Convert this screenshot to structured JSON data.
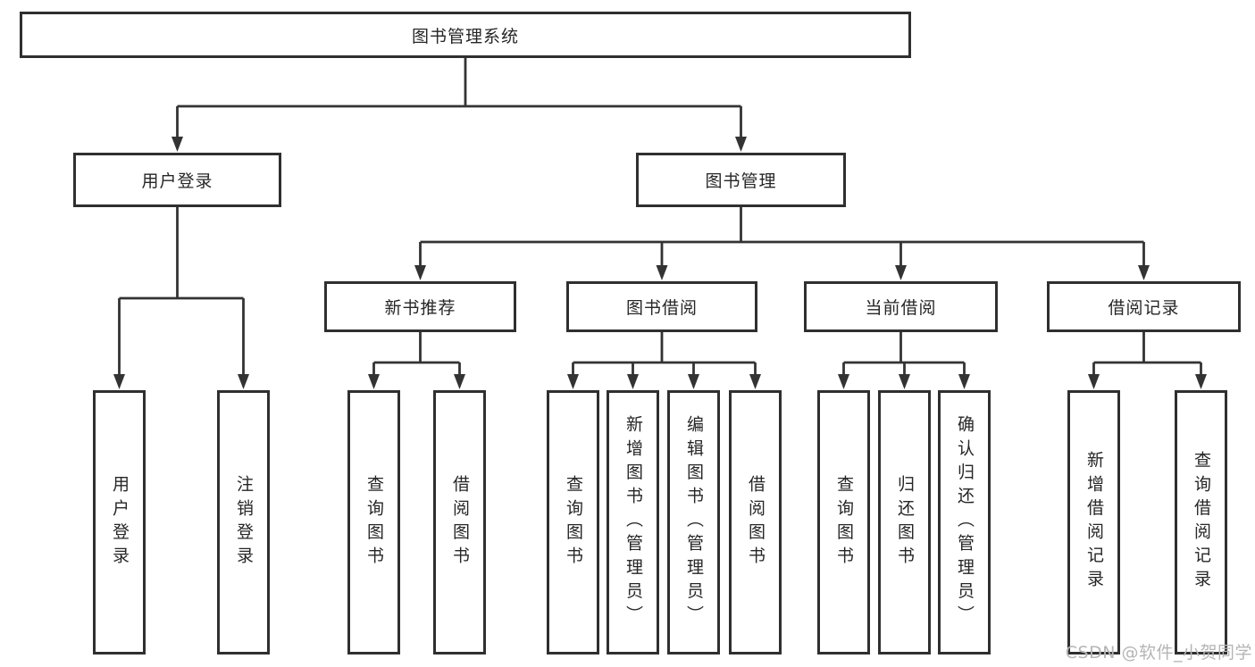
{
  "diagram_title": "图书管理系统",
  "tree": {
    "label": "图书管理系统",
    "children": [
      {
        "label": "用户登录",
        "children": [
          {
            "label": "用户登录"
          },
          {
            "label": "注销登录"
          }
        ]
      },
      {
        "label": "图书管理",
        "children": [
          {
            "label": "新书推荐",
            "children": [
              {
                "label": "查询图书"
              },
              {
                "label": "借阅图书"
              }
            ]
          },
          {
            "label": "图书借阅",
            "children": [
              {
                "label": "查询图书"
              },
              {
                "label": "新增图书（管理员）"
              },
              {
                "label": "编辑图书（管理员）"
              },
              {
                "label": "借阅图书"
              }
            ]
          },
          {
            "label": "当前借阅",
            "children": [
              {
                "label": "查询图书"
              },
              {
                "label": "归还图书"
              },
              {
                "label": "确认归还（管理员）"
              }
            ]
          },
          {
            "label": "借阅记录",
            "children": [
              {
                "label": "新增借阅记录"
              },
              {
                "label": "查询借阅记录"
              }
            ]
          }
        ]
      }
    ]
  },
  "watermark": {
    "text": "CSDN @软件_小贺同学"
  },
  "appearance": {
    "background": "#ffffff",
    "line_color": "#333333",
    "box_border_color": "#2f2f2f",
    "text_color": "#262626",
    "watermark_color": "#b5b5b5"
  }
}
